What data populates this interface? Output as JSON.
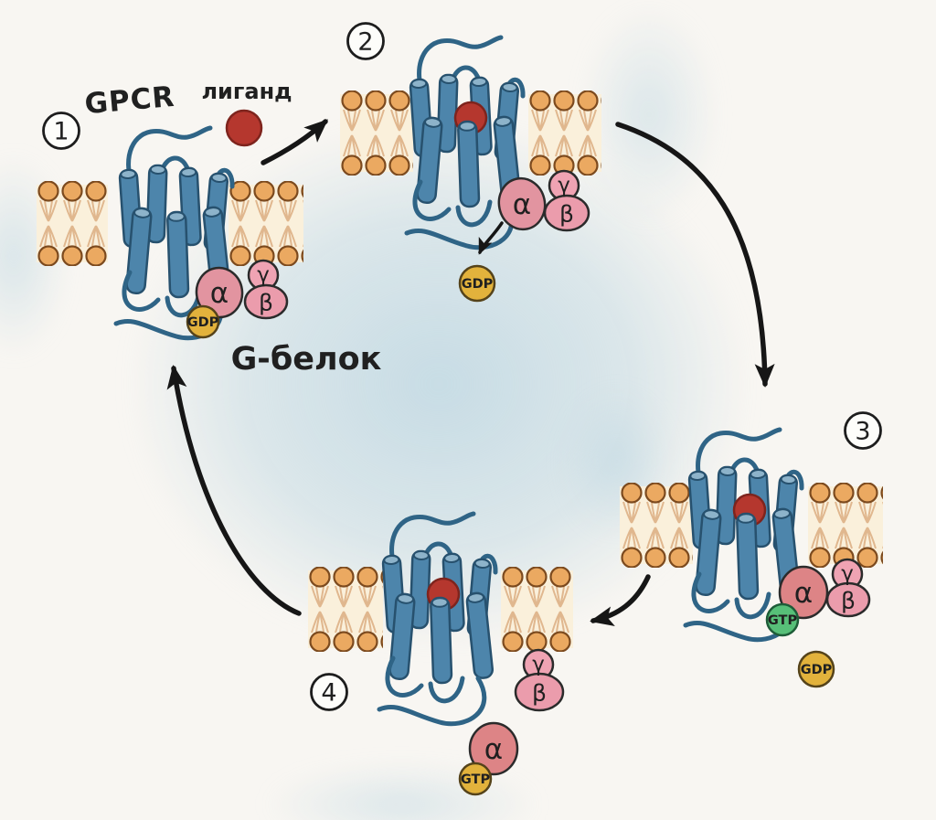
{
  "labels": {
    "receptor_name": "GPCR",
    "ligand": "лиганд",
    "g_protein": "G-белок"
  },
  "steps": [
    {
      "number": "1"
    },
    {
      "number": "2"
    },
    {
      "number": "3"
    },
    {
      "number": "4"
    }
  ],
  "subunits": {
    "alpha": "α",
    "beta": "β",
    "gamma": "γ"
  },
  "nucleotides": {
    "gdp": "GDP",
    "gtp": "GTP"
  },
  "colors": {
    "background": "#f8f6f2",
    "watercolor_wash": "#d9e7ec",
    "membrane_band": "#faf0db",
    "membrane_head": "#eba961",
    "membrane_head_outline": "#7c4a1e",
    "membrane_tail": "#ddb186",
    "helix": "#4d85ab",
    "helix_cap": "#8db3ca",
    "helix_outline": "#27516e",
    "receptor_loop": "#2f6486",
    "alpha_gdp_state": "#e294a0",
    "alpha_gtp_state": "#dd8486",
    "beta": "#eb9cac",
    "gamma": "#efa3b3",
    "subunit_outline": "#2b2b2b",
    "gdp": "#e2b23c",
    "gdp_outline": "#55431a",
    "gtp": "#57bf78",
    "gtp_outline": "#1e5c38",
    "ligand": "#b5372e",
    "ligand_outline": "#7e241d",
    "arrow": "#161616",
    "badge_fill": "#fdfdfa",
    "badge_outline": "#1d1d1d",
    "text": "#202020"
  }
}
